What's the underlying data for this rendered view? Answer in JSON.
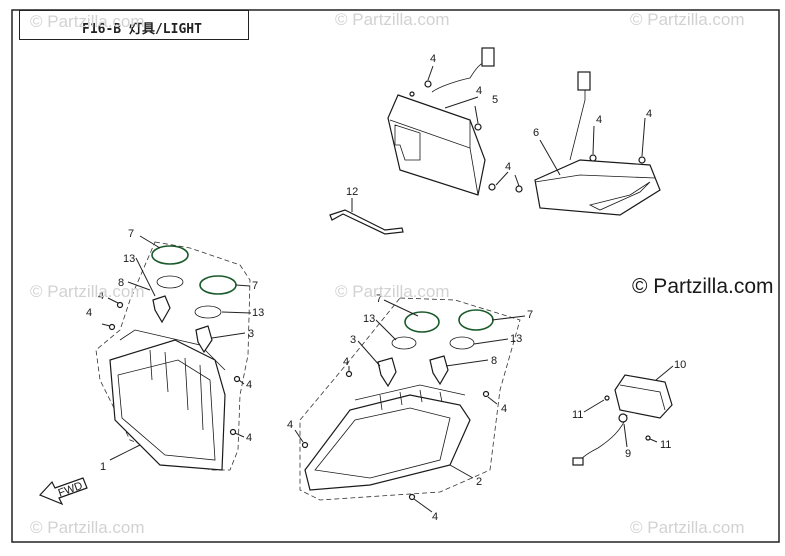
{
  "title": "F16-B  灯具/LIGHT",
  "watermarks": [
    "© Partzilla.com",
    "© Partzilla.com",
    "© Partzilla.com",
    "© Partzilla.com",
    "© Partzilla.com",
    "© Partzilla.com",
    "© Partzilla.com"
  ],
  "watermark_main": "© Partzilla.com",
  "colors": {
    "frame": "#222222",
    "watermark": "#d2d2d2",
    "bulb_ring": "#1a5a2a"
  },
  "callouts": {
    "c1": "1",
    "c2": "2",
    "c3a": "3",
    "c3b": "3",
    "c4a": "4",
    "c4b": "4",
    "c4c": "4",
    "c4d": "4",
    "c4e": "4",
    "c4f": "4",
    "c4g": "4",
    "c4h": "4",
    "c4i": "4",
    "c4j": "4",
    "c4k": "4",
    "c4l": "4",
    "c4m": "4",
    "c5": "5",
    "c6": "6",
    "c7a": "7",
    "c7b": "7",
    "c7c": "7",
    "c7d": "7",
    "c8a": "8",
    "c8b": "8",
    "c9": "9",
    "c10": "10",
    "c11a": "11",
    "c11b": "11",
    "c12": "12",
    "c13a": "13",
    "c13b": "13",
    "c13c": "13",
    "c13d": "13"
  }
}
